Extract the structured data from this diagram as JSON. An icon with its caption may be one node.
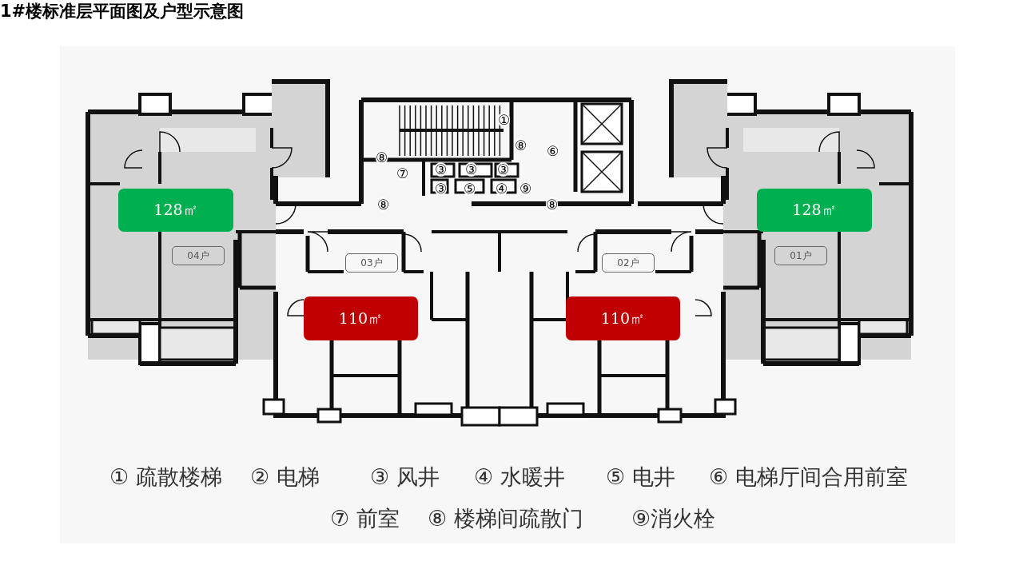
{
  "diagram": {
    "title": "1#楼标准层平面图及户型示意图",
    "nodes": [
      {
        "text": [
          "128㎡"
        ]
      },
      {
        "text": [
          "128㎡"
        ]
      },
      {
        "text": [
          "04户"
        ]
      },
      {
        "text": [
          "03户"
        ]
      },
      {
        "text": [
          "02户"
        ]
      },
      {
        "text": [
          "01户"
        ]
      },
      {
        "text": [
          "110㎡"
        ]
      },
      {
        "text": [
          "110㎡"
        ]
      }
    ],
    "labels": [
      "①",
      "⑧",
      "⑧",
      "⑥",
      "⑦",
      "③",
      "③",
      "③",
      "③",
      "⑤",
      "④",
      "⑨",
      "⑧",
      "⑧",
      "① 疏散楼梯",
      "② 电梯",
      "③ 风井",
      "④ 水暖井",
      "⑤ 电井",
      "⑥ 电梯厅间合用前室",
      "⑦ 前室",
      "⑧ 楼梯间疏散门",
      "⑨消火栓"
    ]
  }
}
